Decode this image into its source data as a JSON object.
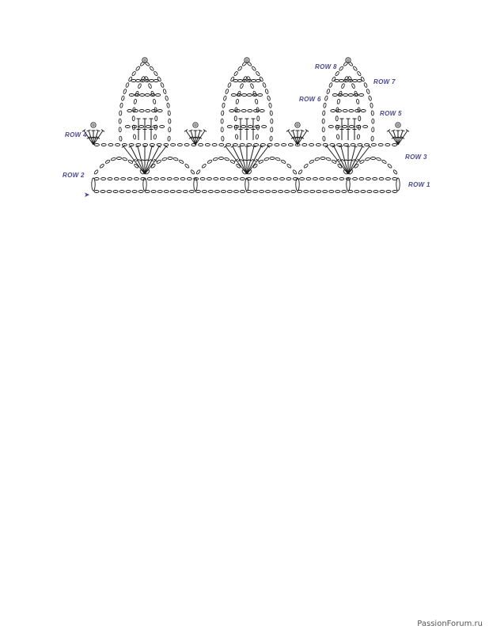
{
  "diagram": {
    "row_labels": {
      "row1": "ROW 1",
      "row2": "ROW 2",
      "row3": "ROW 3",
      "row4": "ROW 4",
      "row5": "ROW 5",
      "row6": "ROW 6",
      "row7": "ROW 7",
      "row8": "ROW 8"
    },
    "start_marker": "➤",
    "ink_color": "#1a1a1a",
    "label_color": "#4a4a8c"
  },
  "watermark": "PassionForum.ru"
}
